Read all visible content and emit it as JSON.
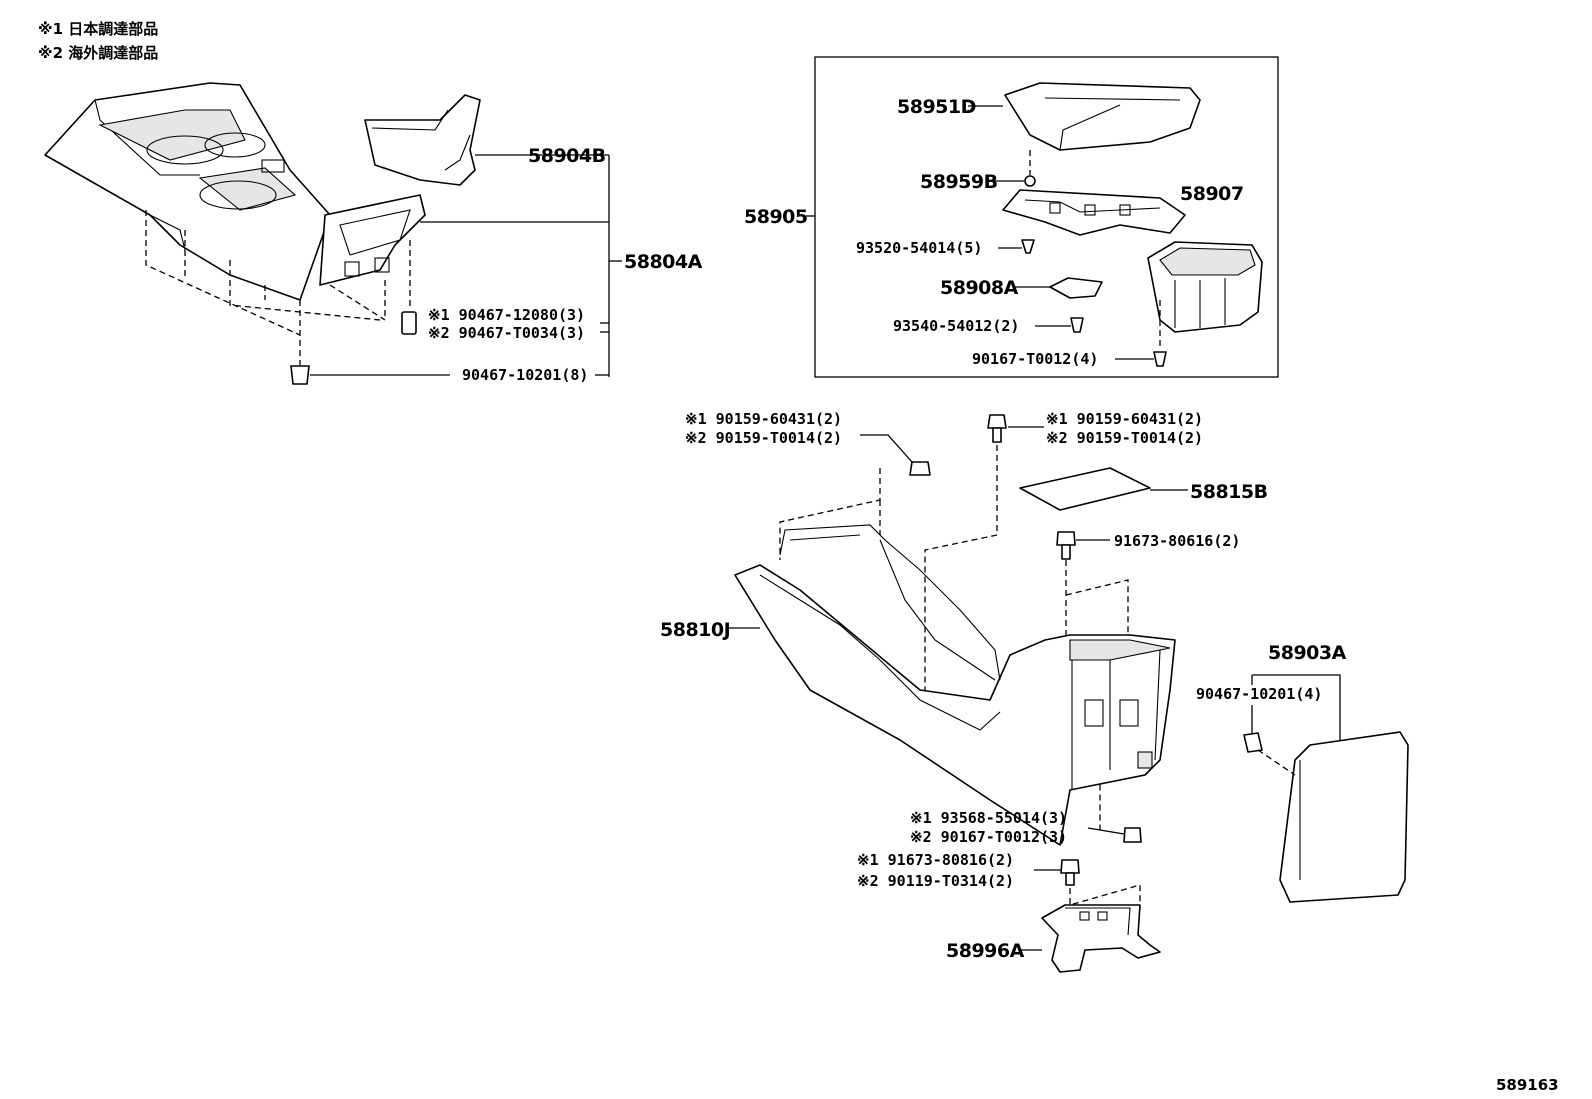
{
  "notes": {
    "note1": "※1 日本調達部品",
    "note2": "※2 海外調達部品"
  },
  "diagram_id": "589163",
  "labels": {
    "p58904B": "58904B",
    "p58804A": "58804A",
    "p90467_12080": "※1 90467-12080(3)",
    "p90467_T0034": "※2 90467-T0034(3)",
    "p90467_10201_8": "90467-10201(8)",
    "p58951D": "58951D",
    "p58959B": "58959B",
    "p58907": "58907",
    "p58905": "58905",
    "p93520": "93520-54014(5)",
    "p58908A": "58908A",
    "p93540": "93540-54012(2)",
    "p90167_T0012_4": "90167-T0012(4)",
    "p90159_a1": "※1 90159-60431(2)",
    "p90159_a2": "※2 90159-T0014(2)",
    "p90159_b1": "※1 90159-60431(2)",
    "p90159_b2": "※2 90159-T0014(2)",
    "p58815B": "58815B",
    "p91673_80616": "91673-80616(2)",
    "p58810J": "58810J",
    "p58903A": "58903A",
    "p90467_10201_4": "90467-10201(4)",
    "p93568": "※1 93568-55014(3)",
    "p90167_T0012_3": "※2 90167-T0012(3)",
    "p91673_80816": "※1 91673-80816(2)",
    "p90119": "※2 90119-T0314(2)",
    "p58996A": "58996A"
  }
}
